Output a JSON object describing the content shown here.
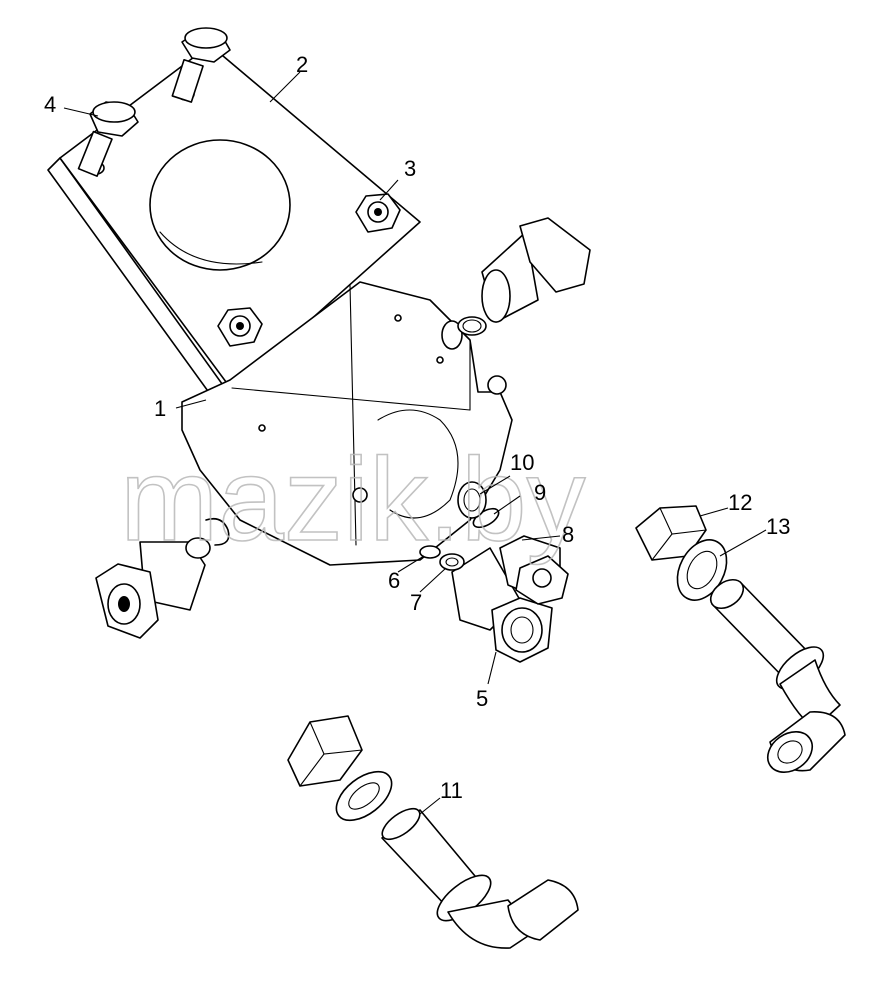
{
  "diagram": {
    "watermark": "mazik.by",
    "callouts": {
      "c1": "1",
      "c2": "2",
      "c3": "3",
      "c4": "4",
      "c5": "5",
      "c6": "6",
      "c7": "7",
      "c8": "8",
      "c9": "9",
      "c10": "10",
      "c11": "11",
      "c12": "12",
      "c13": "13"
    }
  }
}
